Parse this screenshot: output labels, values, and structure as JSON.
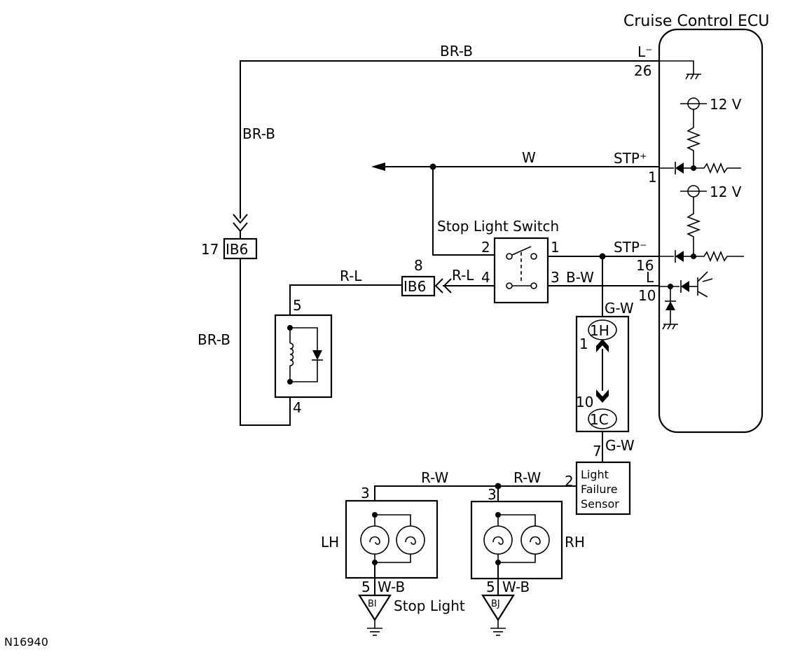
{
  "diagram_id": "N16940",
  "components": {
    "ecu": {
      "title": "Cruise Control ECU",
      "supply_a": "12 V",
      "supply_b": "12 V"
    },
    "stop_light_switch": {
      "title": "Stop Light Switch"
    },
    "light_failure_sensor": {
      "line1": "Light",
      "line2": "Failure",
      "line3": "Sensor"
    },
    "connectors": {
      "ib6_left": "IB6",
      "ib6_mid": "IB6",
      "j1h": "1H",
      "j1c": "1C",
      "bi": "BI",
      "bj": "BJ"
    },
    "lamps": {
      "lh": "LH",
      "rh": "RH",
      "caption": "Stop Light"
    }
  },
  "ecu_terminals": {
    "l_minus": "L⁻",
    "pin_26": "26",
    "stp_plus": "STP⁺",
    "pin_1": "1",
    "stp_minus": "STP⁻",
    "pin_16": "16",
    "l": "L",
    "pin_10": "10"
  },
  "wire_colors": {
    "top": "BR-B",
    "left_vertical": "BR-B",
    "lower_left": "BR-B",
    "w": "W",
    "rl_left": "R-L",
    "rl_mid": "R-L",
    "bw": "B-W",
    "gw_top": "G-W",
    "gw_bottom": "G-W",
    "rw_left": "R-W",
    "rw_right": "R-W",
    "wb_left": "W-B",
    "wb_right": "W-B"
  },
  "pin_numbers": {
    "ib6_left_pin": "17",
    "ib6_mid_pin": "8",
    "sw_2": "2",
    "sw_1": "1",
    "sw_4": "4",
    "sw_3": "3",
    "relay_5": "5",
    "relay_4": "4",
    "j1h_1": "1",
    "j1c_10": "10",
    "lfs_7": "7",
    "lfs_2": "2",
    "lh_3": "3",
    "rh_3": "3",
    "lh_5": "5",
    "rh_5": "5"
  }
}
